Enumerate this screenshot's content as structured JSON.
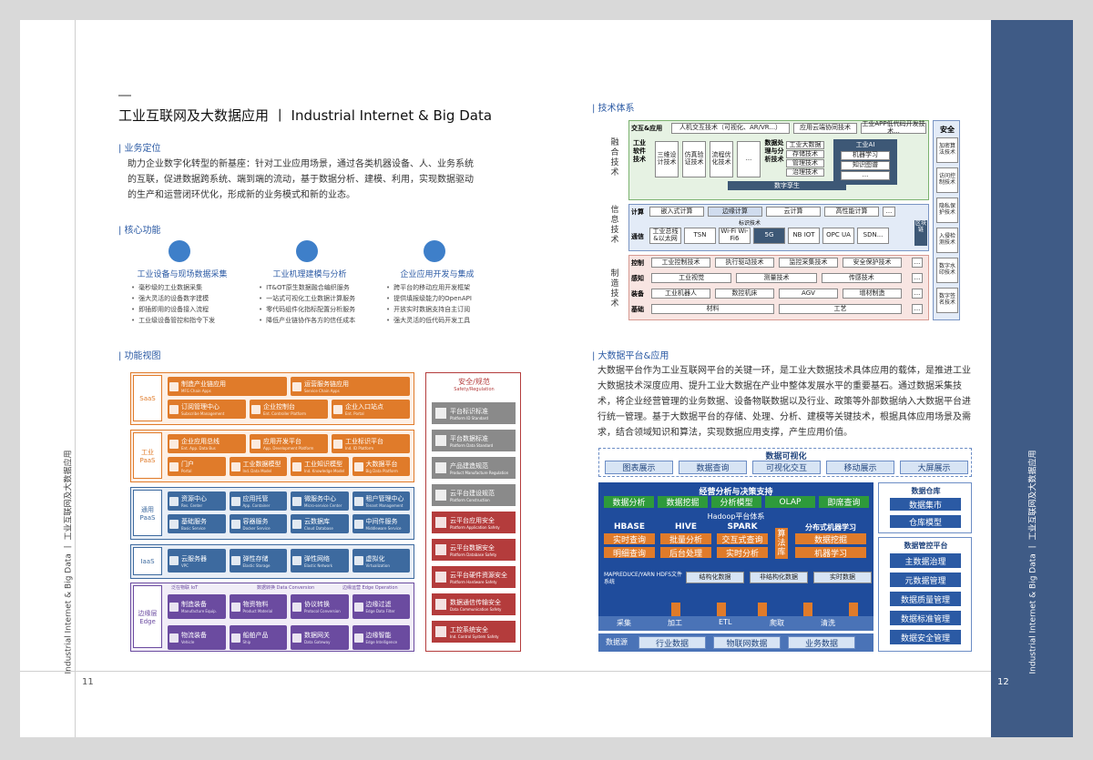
{
  "left": {
    "title": "工业互联网及大数据应用 丨 Industrial Internet & Big Data",
    "sec1": "| 业务定位",
    "intro": "助力企业数字化转型的新基座：针对工业应用场景，通过各类机器设备、人、业务系统的互联，促进数据跨系统、端到端的流动，基于数据分析、建模、利用，实现数据驱动的生产和运营闭环优化，形成新的业务模式和新的业态。",
    "sec2": "| 核心功能",
    "features": [
      {
        "title": "工业设备与现场数据采集",
        "items": [
          "毫秒级的工业数据采集",
          "强大灵活的设备数字建模",
          "即插即用的设备接入流程",
          "工业级设备管控和指令下发"
        ]
      },
      {
        "title": "工业机理建模与分析",
        "items": [
          "IT&OT原生数据融合编织服务",
          "一站式可视化工业数据计算服务",
          "零代码组件化指标配置分析服务",
          "降低产业链协作各方的信任成本"
        ]
      },
      {
        "title": "企业应用开发与集成",
        "items": [
          "跨平台的移动应用开发框架",
          "提供填报级能力的OpenAPI",
          "开放实时数据支持自主订阅",
          "强大灵活的低代码开发工具"
        ]
      }
    ],
    "sec3": "| 功能视图",
    "layers": [
      {
        "name": "SaaS",
        "tiles": [
          [
            "制造产业链应用",
            "MFG Chain Apps"
          ],
          [
            "运营服务链应用",
            "Service Chain Apps"
          ],
          [
            "订阅管理中心",
            "Subscribe Management"
          ],
          [
            "企业控制台",
            "Ent. Controller Platform"
          ],
          [
            "企业入口站点",
            "Ent. Portal"
          ]
        ]
      },
      {
        "name": "工业 PaaS",
        "tiles": [
          [
            "企业应用总线",
            "Ent. App. Data Bus"
          ],
          [
            "应用开发平台",
            "App. Development Platform"
          ],
          [
            "工业标识平台",
            "Ind. ID Platform"
          ],
          [
            "门户",
            "Portal"
          ],
          [
            "工业数据模型",
            "Ind. Data Model"
          ],
          [
            "工业知识模型",
            "Ind. Knowledge Model"
          ],
          [
            "大数据平台",
            "Big Data Platform"
          ]
        ]
      },
      {
        "name": "通用 PaaS",
        "tiles": [
          [
            "资源中心",
            "Res. Center"
          ],
          [
            "应用托管",
            "App. Container"
          ],
          [
            "微服务中心",
            "Micro-service Center"
          ],
          [
            "租户管理中心",
            "Tenant Management"
          ],
          [
            "基础服务",
            "Basic Service"
          ],
          [
            "容器服务",
            "Docker Service"
          ],
          [
            "云数据库",
            "Cloud Database"
          ],
          [
            "中间件服务",
            "Middleware Service"
          ]
        ]
      },
      {
        "name": "IaaS",
        "tiles": [
          [
            "云服务器",
            "VPC"
          ],
          [
            "弹性存储",
            "Elastic Storage"
          ],
          [
            "弹性网络",
            "Elastic Network"
          ],
          [
            "虚拟化",
            "Virtualization"
          ]
        ]
      },
      {
        "name": "边缘层 Edge",
        "groups": [
          "泛在物联 IoT",
          "数据转换 Data Conversion",
          "边缘运营 Edge Operation"
        ],
        "tiles": [
          [
            "制造装备",
            "Manufacture Equip."
          ],
          [
            "物资物料",
            "Product Material"
          ],
          [
            "协议转换",
            "Protocol Conversion"
          ],
          [
            "边缘过滤",
            "Edge Data Filter"
          ],
          [
            "物流装备",
            "Vehicle"
          ],
          [
            "船舶产品",
            "Ship"
          ],
          [
            "数据网关",
            "Data Gateway"
          ],
          [
            "边缘智能",
            "Edge Intelligence"
          ]
        ]
      }
    ],
    "safety": {
      "title": "安全/规范",
      "sub": "Safety/Regulation",
      "items": [
        [
          "平台标识标准",
          "Platform ID Standard"
        ],
        [
          "平台数据标准",
          "Platform Data Standard"
        ],
        [
          "产品建造规范",
          "Product Manufacture Regulation"
        ],
        [
          "云平台建设规范",
          "Platform Construction"
        ],
        [
          "云平台应用安全",
          "Platform Application Safety"
        ],
        [
          "云平台数据安全",
          "Platform Database Safety"
        ],
        [
          "云平台硬件资源安全",
          "Platform Hardware Safety"
        ],
        [
          "数据通信传输安全",
          "Data Communication Safety"
        ],
        [
          "工控系统安全",
          "Ind. Control System Safety"
        ]
      ]
    },
    "side": "Industrial Internet & Big Data 丨 工业互联网及大数据应用",
    "page_no": "11"
  },
  "right": {
    "sec1": "| 技术体系",
    "tech": {
      "row_labels": [
        "融合技术",
        "信息技术",
        "制造技术"
      ],
      "interact": [
        "交互&应用",
        "人机交互技术（可视化、AR/VR...）",
        "应用云端协同技术",
        "工业APP低代码开发技术..."
      ],
      "soft_label": "工业软件技术",
      "soft": [
        "三维设计技术",
        "仿真验证技术",
        "流程优化技术",
        "..."
      ],
      "data_label": "数据处理与分析技术",
      "data": [
        "工业大数据",
        "存储技术",
        "管理技术",
        "治理技术"
      ],
      "ai": [
        "工业AI",
        "机器学习",
        "知识图谱",
        "..."
      ],
      "twin": "数字孪生",
      "compute": [
        "计算",
        "嵌入式计算",
        "边缘计算",
        "云计算",
        "高性能计算",
        "..."
      ],
      "id_tech": "标识技术",
      "comm": [
        "通信",
        "工业总线&以太网",
        "TSN",
        "Wi-Fi Wi-Fi6",
        "5G",
        "NB IOT",
        "OPC UA",
        "SDN..."
      ],
      "block": "区块链",
      "control": [
        "控制",
        "工业控制技术",
        "执行驱动技术",
        "监控采集技术",
        "安全保护技术",
        "..."
      ],
      "sense": [
        "感知",
        "工业视觉",
        "测量技术",
        "传感技术",
        "..."
      ],
      "equip": [
        "装备",
        "工业机器人",
        "数控机床",
        "AGV",
        "增材制造",
        "..."
      ],
      "base": [
        "基础",
        "材料",
        "工艺",
        "..."
      ],
      "security": [
        "安全",
        "加密算法技术",
        "访问控制技术",
        "隐私保护技术",
        "入侵检测技术",
        "数字水印技术",
        "数字签名技术"
      ]
    },
    "sec2": "| 大数据平台&应用",
    "bd_text": "大数据平台作为工业互联网平台的关键一环，是工业大数据技术具体应用的载体，是推进工业大数据技术深度应用、提升工业大数据在产业中整体发展水平的重要基石。通过数据采集技术，将企业经营管理的业务数据、设备物联数据以及行业、政策等外部数据纳入大数据平台进行统一管理。基于大数据平台的存储、处理、分析、建模等关键技术，根据具体应用场景及需求，结合领域知识和算法，实现数据应用支撑，产生应用价值。",
    "bd": {
      "vis": "数据可视化",
      "vis_items": [
        "图表展示",
        "数据查询",
        "可视化交互",
        "移动展示",
        "大屏展示"
      ],
      "decision": "经营分析与决策支持",
      "decision_items": [
        "数据分析",
        "数据挖掘",
        "分析模型",
        "OLAP",
        "即席查询"
      ],
      "hadoop": "Hadoop平台体系",
      "hbase": [
        "HBASE",
        "实时查询",
        "明细查询"
      ],
      "hive": [
        "HIVE",
        "批量分析",
        "后台处理"
      ],
      "spark": [
        "SPARK",
        "交互式查询",
        "实时分析"
      ],
      "algo": "算法库",
      "ml": [
        "分布式机器学习",
        "数据挖掘",
        "机器学习"
      ],
      "mapreduce": "MAPREDUCE/YARN HDFS文件系统",
      "store": [
        "结构化数据",
        "非结构化数据",
        "实时数据"
      ],
      "etl": [
        "采集",
        "加工",
        "ETL",
        "爬取",
        "清洗"
      ],
      "source": [
        "数据源",
        "行业数据",
        "物联网数据",
        "业务数据"
      ],
      "warehouse": [
        "数据仓库",
        "数据集市",
        "仓库模型"
      ],
      "govern": [
        "数据管控平台",
        "主数据治理",
        "元数据管理",
        "数据质量管理",
        "数据标准管理",
        "数据安全管理"
      ]
    },
    "side": "Industrial Internet & Big Data 丨 工业互联网及大数据应用",
    "page_no": "12"
  }
}
